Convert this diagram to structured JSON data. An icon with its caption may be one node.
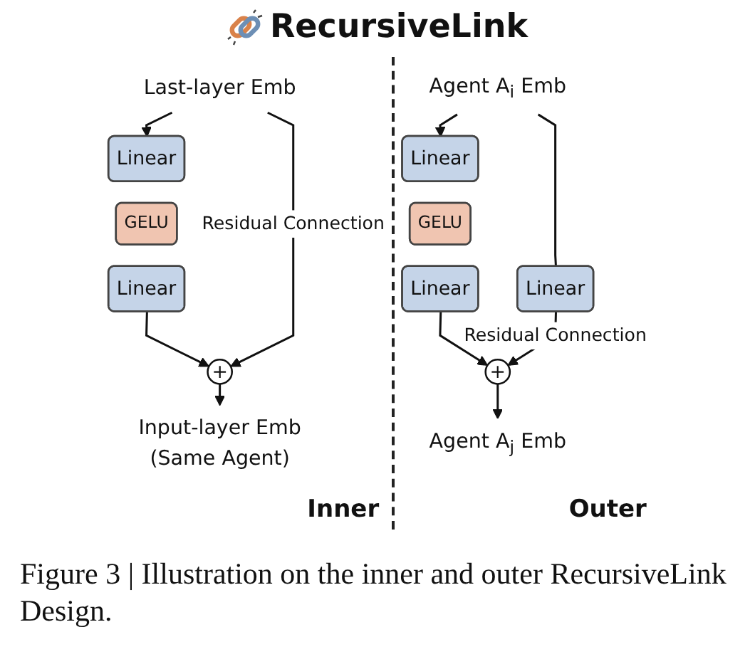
{
  "diagram": {
    "title": "RecursiveLink",
    "caption": "Figure 3 | Illustration on the inner and outer RecursiveLink Design.",
    "nodes": [
      {
        "text": [
          "Last-layer Emb"
        ]
      },
      {
        "text": [
          "Linear"
        ]
      },
      {
        "text": [
          "GELU"
        ]
      },
      {
        "text": [
          "Linear"
        ]
      },
      {
        "text": [
          "+"
        ]
      },
      {
        "text": [
          "Input-layer Emb",
          "(Same Agent)"
        ]
      },
      {
        "text": [
          "Agent A$_{i}$ Emb"
        ]
      },
      {
        "text": [
          "Linear"
        ]
      },
      {
        "text": [
          "GELU"
        ]
      },
      {
        "text": [
          "Linear"
        ]
      },
      {
        "text": [
          "Linear"
        ]
      },
      {
        "text": [
          "+"
        ]
      },
      {
        "text": [
          "Agent A$_{j}$ Emb"
        ]
      }
    ],
    "edges": [
      {
        "from": 0,
        "to": 1,
        "arrow": "to"
      },
      {
        "from": 3,
        "to": 4,
        "arrow": "to"
      },
      {
        "from": 0,
        "to": 4,
        "arrow": "to",
        "label": "Residual Connection"
      },
      {
        "from": 4,
        "to": 5,
        "arrow": "to"
      },
      {
        "from": 6,
        "to": 7,
        "arrow": "to"
      },
      {
        "from": 6,
        "to": 10,
        "arrow": "none"
      },
      {
        "from": 9,
        "to": 11,
        "arrow": "to"
      },
      {
        "from": 10,
        "to": 11,
        "arrow": "to",
        "label": "Residual Connection"
      },
      {
        "from": 11,
        "to": 12,
        "arrow": "to"
      }
    ],
    "labels": [
      "Inner",
      "Outer"
    ]
  }
}
